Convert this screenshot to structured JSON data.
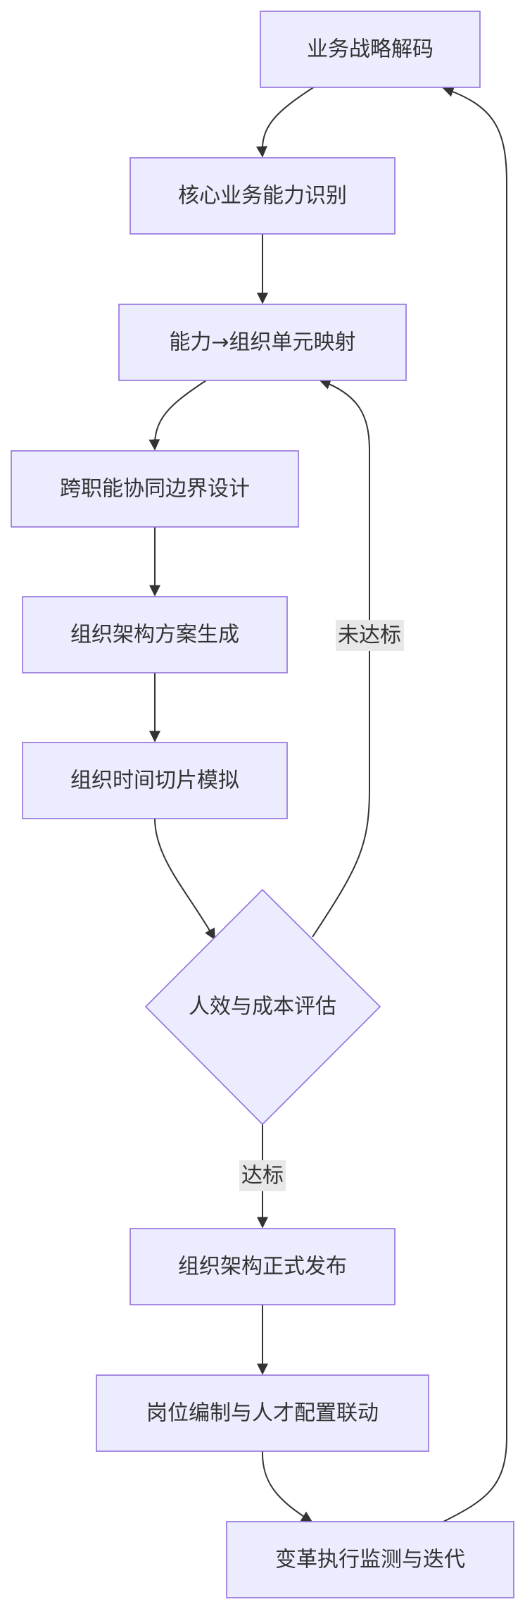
{
  "flowchart": {
    "nodes": {
      "strategy": "业务战略解码",
      "capability": "核心业务能力识别",
      "mapping": "能力→组织单元映射",
      "boundary": "跨职能协同边界设计",
      "plan": "组织架构方案生成",
      "simulation": "组织时间切片模拟",
      "evaluation": "人效与成本评估",
      "publish": "组织架构正式发布",
      "staffing": "岗位编制与人才配置联动",
      "monitor": "变革执行监测与迭代"
    },
    "edge_labels": {
      "not_met": "未达标",
      "met": "达标"
    }
  },
  "colors": {
    "node_fill": "#ececff",
    "node_stroke": "#9370db",
    "edge": "#333333",
    "label_bg": "#e8e8e8",
    "text": "#333333"
  }
}
